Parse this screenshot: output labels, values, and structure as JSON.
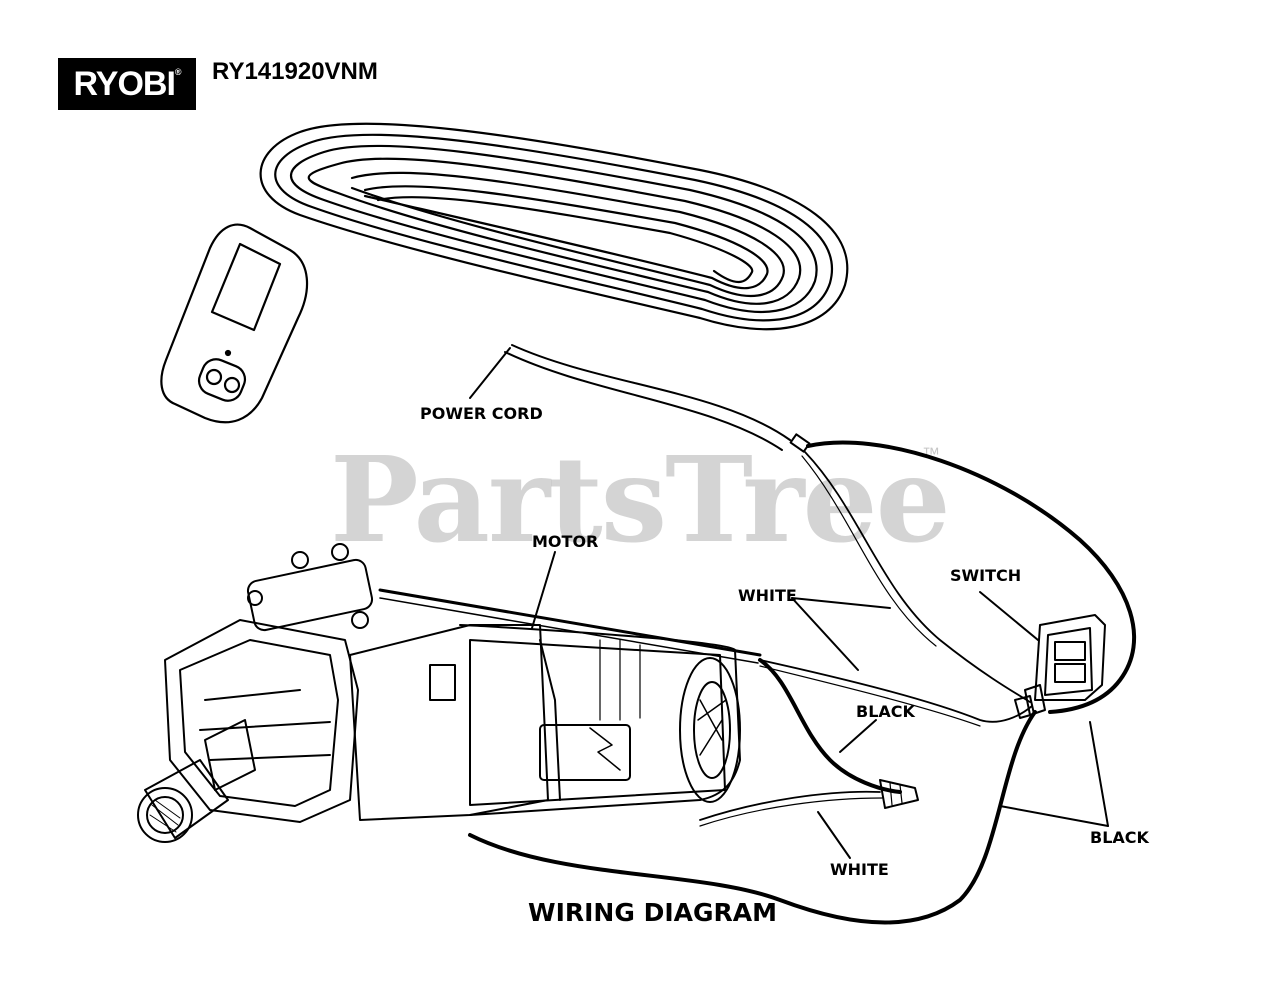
{
  "header": {
    "brand_logo": "RYOBI",
    "model": "RY141920VNM"
  },
  "labels": {
    "power_cord": "POWER CORD",
    "motor": "MOTOR",
    "white_top": "WHITE",
    "switch": "SWITCH",
    "black_mid": "BLACK",
    "white_bottom": "WHITE",
    "black_right": "BLACK"
  },
  "watermark": {
    "text": "PartsTree",
    "tm": "™"
  },
  "diagram_title": "WIRING DIAGRAM"
}
